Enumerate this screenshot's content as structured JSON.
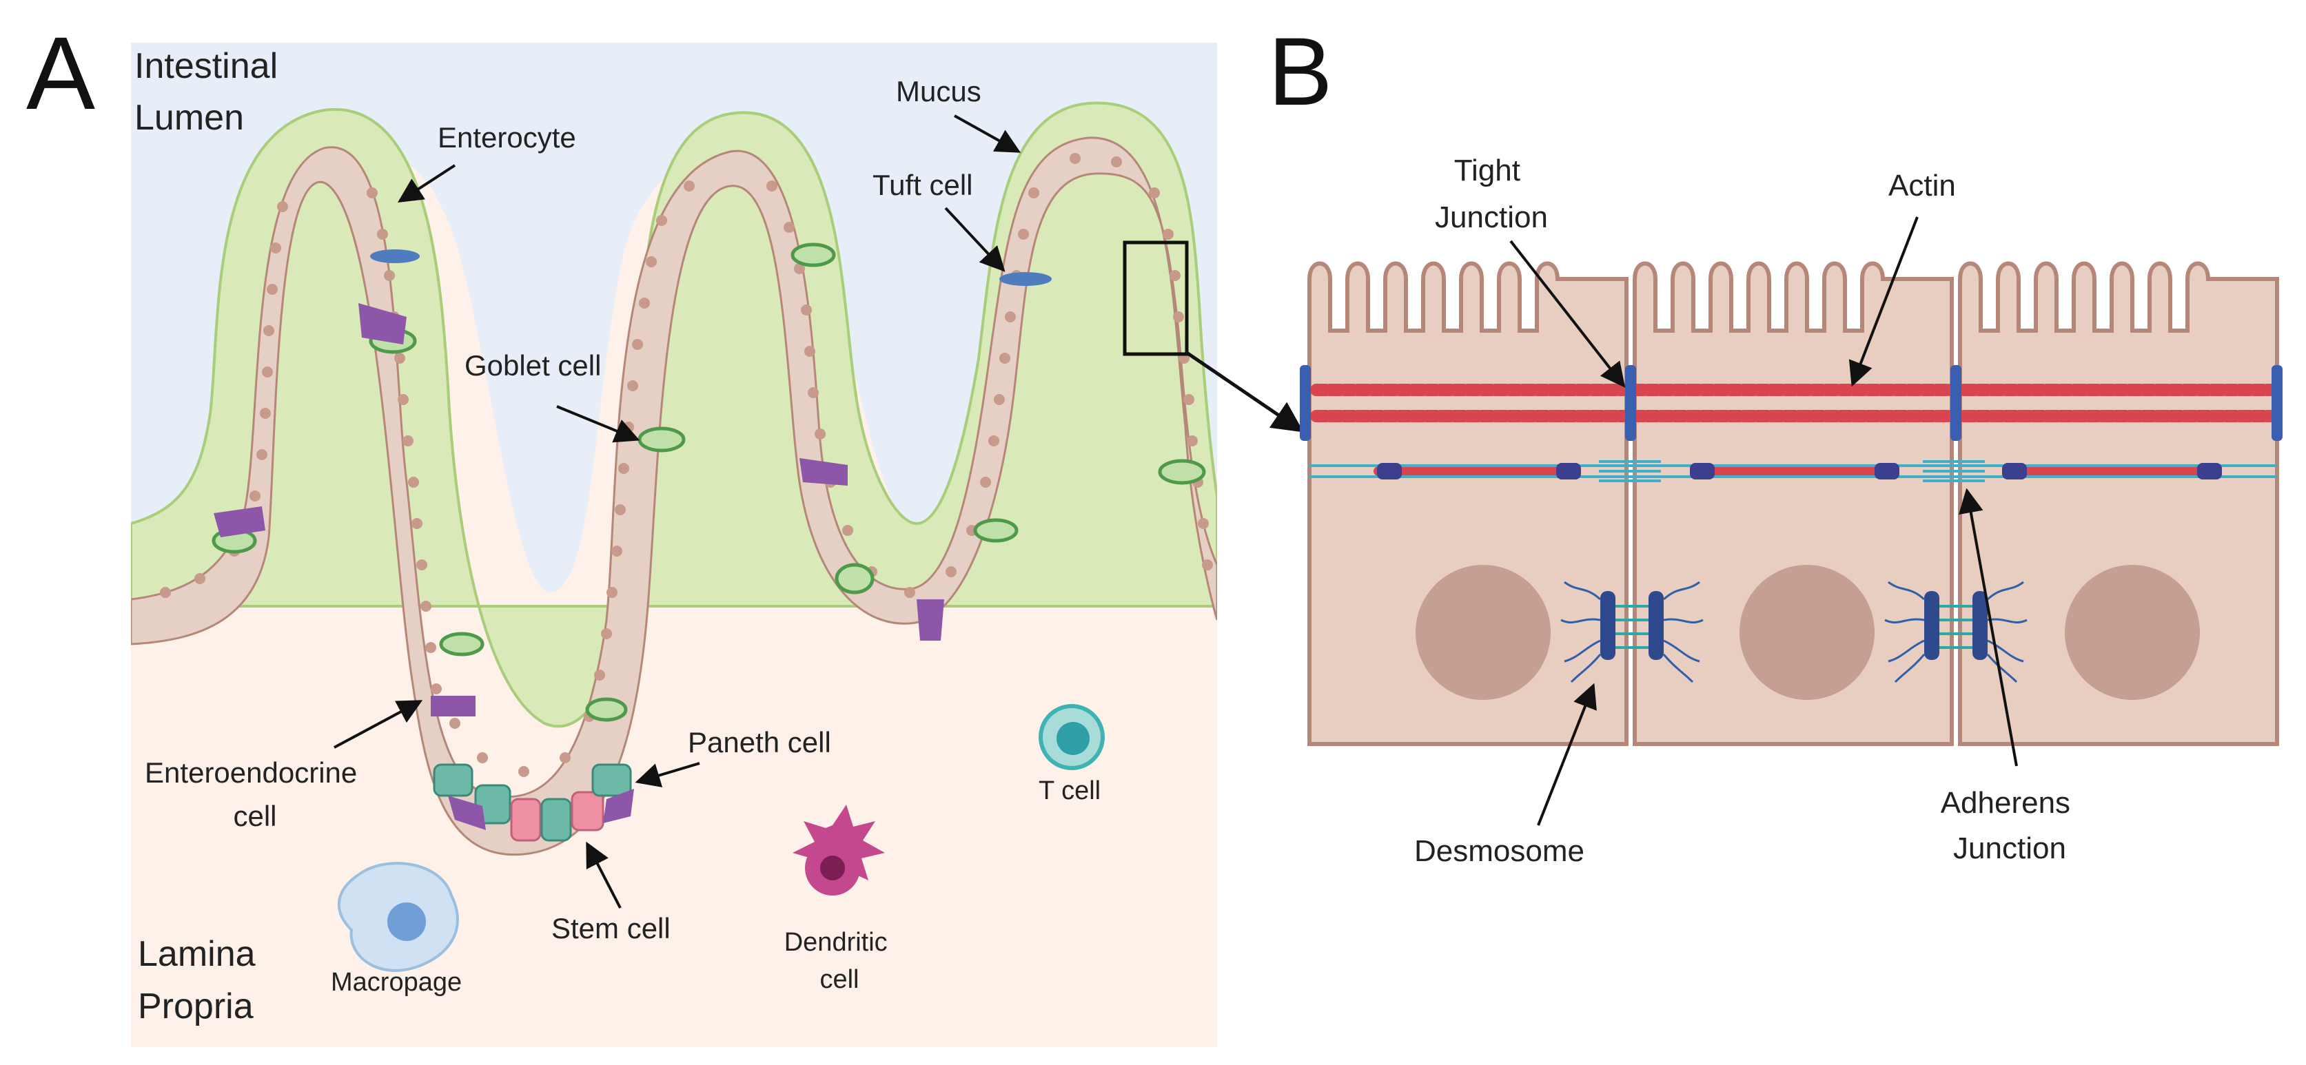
{
  "panel_a": {
    "panel_label": "A",
    "region_top": [
      "Intestinal",
      "Lumen"
    ],
    "region_bottom": [
      "Lamina",
      "Propria"
    ],
    "labels": {
      "enterocyte": "Enterocyte",
      "mucus": "Mucus",
      "tuft_cell": "Tuft cell",
      "goblet_cell": "Goblet cell",
      "paneth_cell": "Paneth cell",
      "enteroendocrine": [
        "Enteroendocrine",
        "cell"
      ],
      "t_cell": "T cell",
      "stem_cell": "Stem cell",
      "dendritic": [
        "Dendritic",
        "cell"
      ],
      "macrophage": "Macropage"
    }
  },
  "panel_b": {
    "panel_label": "B",
    "labels": {
      "tight_junction": [
        "Tight",
        "Junction"
      ],
      "actin": "Actin",
      "desmosome": "Desmosome",
      "adherens": [
        "Adherens",
        "Junction"
      ]
    }
  },
  "colors": {
    "lumen": "#e8eef7",
    "lamina_propria": "#fdf1e9",
    "mucus": "#d9eab8",
    "epithelium": "#e6cfc4",
    "nucleus": "#c79a8c",
    "goblet": "#4f9a4a",
    "enteroendocrine": "#8d56a8",
    "tuft": "#4f7bbf",
    "paneth": "#6bb9a6",
    "stem": "#ee8fa4",
    "t_cell": "#3fb2b2",
    "dendritic": "#c4488d",
    "macrophage": "#a9c8e8",
    "cell_b": "#e8cdc1",
    "cell_b_border": "#b58779",
    "actin": "#d9444f",
    "junction_blue": "#3a5fb0",
    "adherens_cyan": "#3fb0c9",
    "desmosome_navy": "#2f4a8c"
  }
}
